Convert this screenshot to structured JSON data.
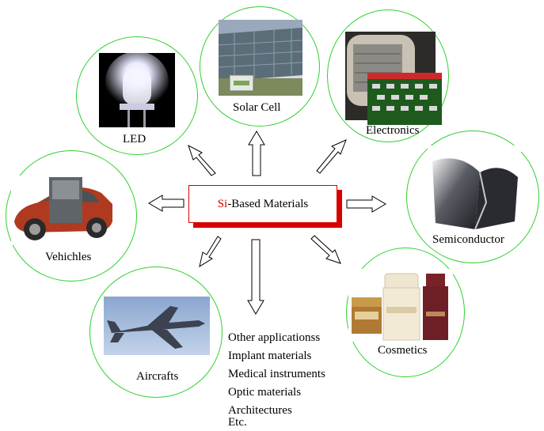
{
  "center": {
    "prefix": "Si",
    "suffix": "-Based Materials"
  },
  "applications": {
    "solar": "Solar Cell",
    "led": "LED",
    "electronics": "Electronics",
    "vehicles": "Vehichles",
    "semiconductor": "Semiconductor",
    "aircrafts": "Aircrafts",
    "cosmetics": "Cosmetics"
  },
  "other_applications": [
    "Other applicationss",
    "Implant materials",
    "Medical instruments",
    "Optic materials",
    "Architectures",
    "Etc."
  ],
  "colors": {
    "circle_border": "#2fd02f",
    "center_accent": "#d80000"
  }
}
